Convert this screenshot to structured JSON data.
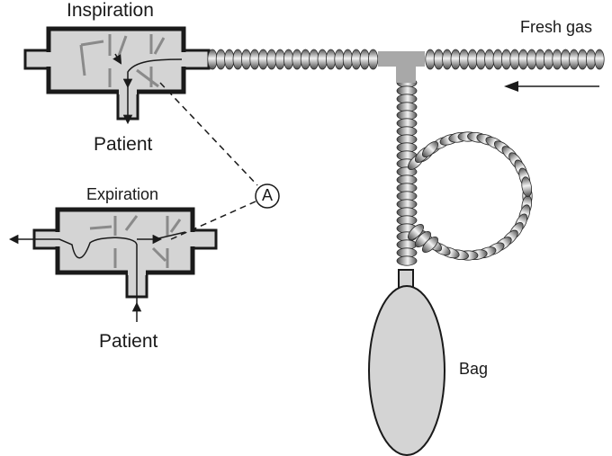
{
  "labels": {
    "inspiration": "Inspiration",
    "expiration": "Expiration",
    "patient_top": "Patient",
    "patient_bottom": "Patient",
    "fresh_gas": "Fresh gas",
    "valve_marker": "A",
    "bag": "Bag"
  },
  "colors": {
    "fill": "#d4d4d4",
    "outline": "#1a1a1a",
    "tube_dark": "#5a5a5a",
    "tube_light": "#f0f0f0",
    "connector": "#a8a8a8",
    "background": "#ffffff"
  },
  "icons": {
    "valve_marker": "circled-letter",
    "flow": "arrow"
  }
}
